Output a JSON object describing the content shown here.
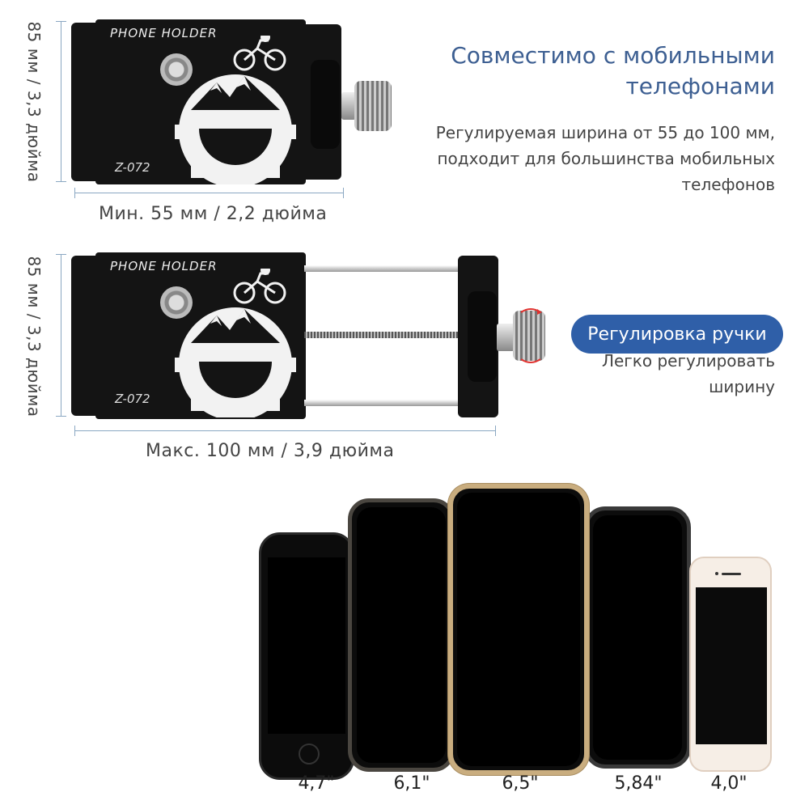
{
  "heading": {
    "line1": "Совместимо с мобильными",
    "line2": "телефонами"
  },
  "description": {
    "line1": "Регулируемая ширина от 55 до 100 мм,",
    "line2": "подходит для большинства мобильных",
    "line3": "телефонов"
  },
  "holder_min": {
    "height_label": "85 мм / 3,3 дюйма",
    "width_label": "Мин. 55 мм / 2,2 дюйма",
    "brand": "PHONE HOLDER",
    "model": "Z-072"
  },
  "holder_max": {
    "height_label": "85 мм / 3,3 дюйма",
    "width_label": "Макс. 100 мм / 3,9 дюйма",
    "brand": "PHONE HOLDER",
    "model": "Z-072"
  },
  "adjust": {
    "badge": "Регулировка ручки",
    "line1": "Легко регулировать",
    "line2": "ширину"
  },
  "phones": [
    {
      "size": "4,7\""
    },
    {
      "size": "6,1\""
    },
    {
      "size": "6,5\""
    },
    {
      "size": "5,84\""
    },
    {
      "size": "4,0\""
    }
  ],
  "colors": {
    "heading": "#3d5f92",
    "badge": "#2f5fa8",
    "dimension_line": "#8aa7c2",
    "holder": "#141414"
  }
}
